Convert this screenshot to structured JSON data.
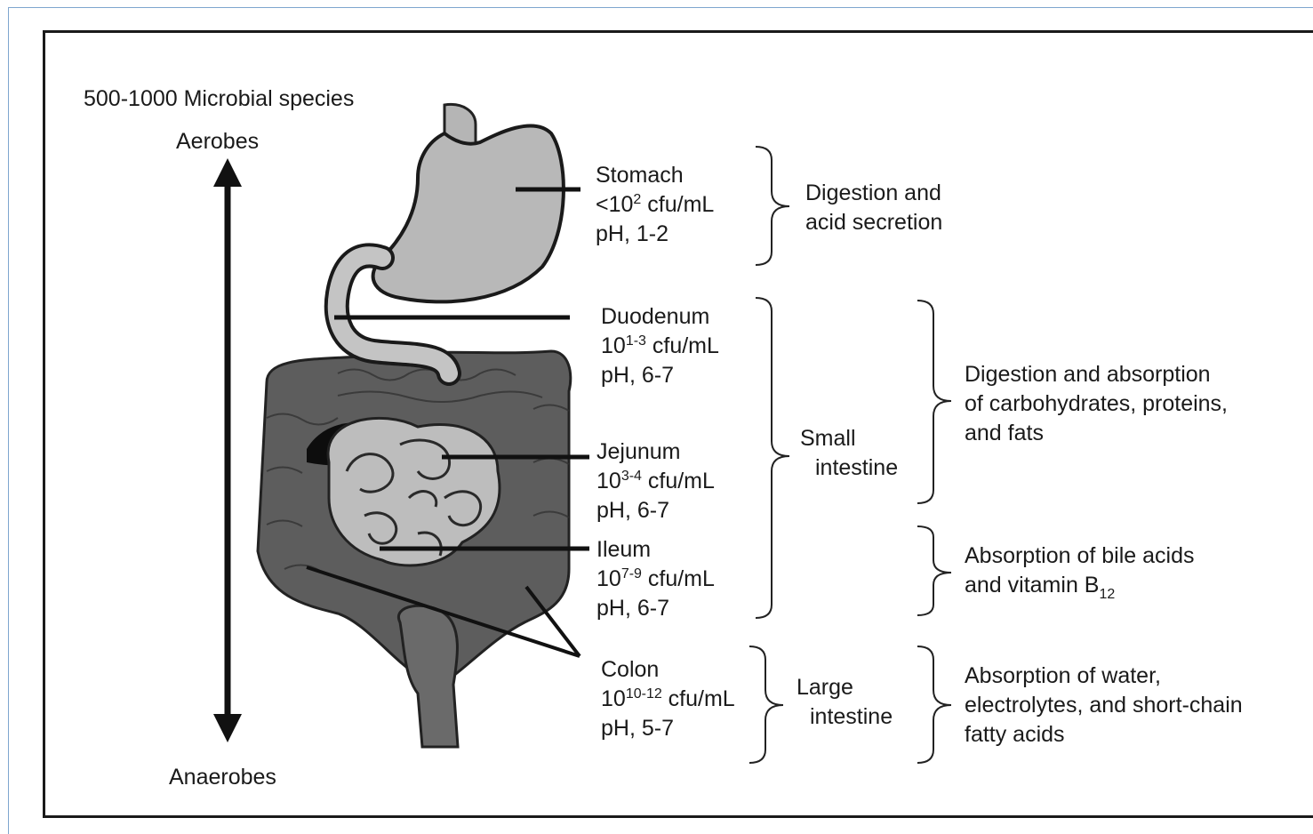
{
  "header": {
    "species": "500-1000 Microbial species",
    "aerobes": "Aerobes",
    "anaerobes": "Anaerobes"
  },
  "segments": {
    "stomach": {
      "name": "Stomach",
      "count_base": "<10",
      "count_exp": "2",
      "count_unit": " cfu/mL",
      "ph": "pH, 1-2"
    },
    "duodenum": {
      "name": "Duodenum",
      "count_base": "10",
      "count_exp": "1-3",
      "count_unit": " cfu/mL",
      "ph": "pH, 6-7"
    },
    "jejunum": {
      "name": "Jejunum",
      "count_base": "10",
      "count_exp": "3-4",
      "count_unit": " cfu/mL",
      "ph": "pH, 6-7"
    },
    "ileum": {
      "name": "Ileum",
      "count_base": "10",
      "count_exp": "7-9",
      "count_unit": " cfu/mL",
      "ph": "pH, 6-7"
    },
    "colon": {
      "name": "Colon",
      "count_base": "10",
      "count_exp": "10-12",
      "count_unit": " cfu/mL",
      "ph": "pH, 5-7"
    }
  },
  "regions": {
    "small_intestine": [
      "Small",
      "intestine"
    ],
    "large_intestine": [
      "Large",
      "intestine"
    ]
  },
  "functions": {
    "stomach": [
      "Digestion and",
      "acid secretion"
    ],
    "upper_small": [
      "Digestion and absorption",
      "of carbohydrates, proteins,",
      "and fats"
    ],
    "ileum_main": [
      "Absorption of bile acids",
      "and vitamin B"
    ],
    "ileum_sub": "12",
    "large": [
      "Absorption of water,",
      "electrolytes, and short-chain",
      "fatty acids"
    ]
  }
}
